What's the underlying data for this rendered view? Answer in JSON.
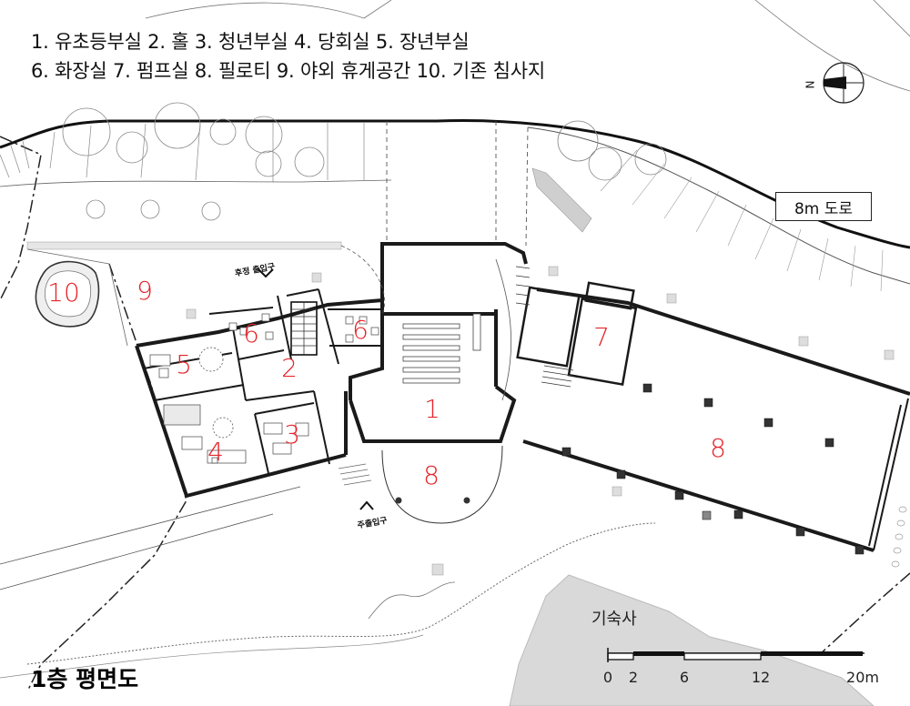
{
  "legend": {
    "line1": "1. 유초등부실  2. 홀  3. 청년부실  4. 당회실  5. 장년부실",
    "line2": "6. 화장실  7. 펌프실  8. 필로티  9. 야외 휴게공간  10. 기존 침사지"
  },
  "rooms": [
    {
      "id": "room-1",
      "num": "1"
    },
    {
      "id": "room-2",
      "num": "2"
    },
    {
      "id": "room-3",
      "num": "3"
    },
    {
      "id": "room-4",
      "num": "4"
    },
    {
      "id": "room-5",
      "num": "5"
    },
    {
      "id": "room-6a",
      "num": "6"
    },
    {
      "id": "room-6b",
      "num": "6"
    },
    {
      "id": "room-7",
      "num": "7"
    },
    {
      "id": "room-8a",
      "num": "8"
    },
    {
      "id": "room-8b",
      "num": "8"
    },
    {
      "id": "room-9",
      "num": "9"
    },
    {
      "id": "room-10",
      "num": "10"
    }
  ],
  "labels": {
    "rear_entrance": "후정 출입구",
    "main_entrance": "주출입구",
    "road": "8m 도로",
    "existing_building": "기숙사",
    "title": "1층 평면도"
  },
  "compass": {
    "north_letter": "N"
  },
  "scale": {
    "ticks": [
      "0",
      "2",
      "6",
      "12",
      "20m"
    ]
  },
  "colors": {
    "room_number": "#e5252b",
    "wall": "#1a1a1a",
    "existing_building": "#d9d9d9"
  }
}
